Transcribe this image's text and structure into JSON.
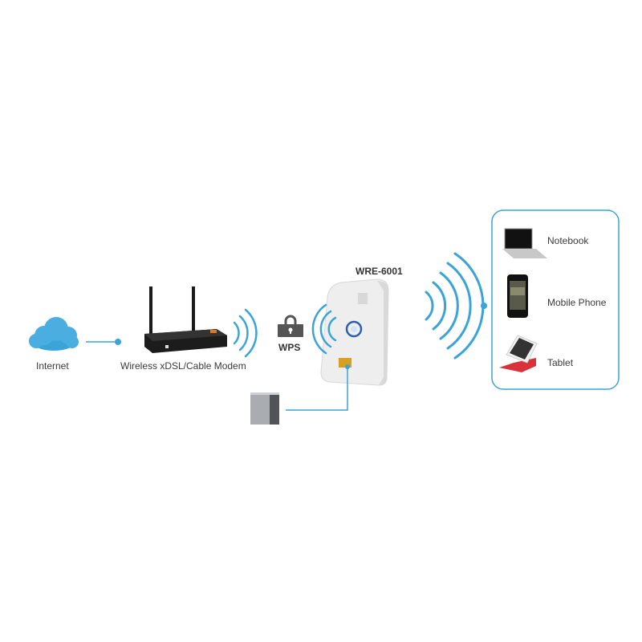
{
  "diagram": {
    "nodes": {
      "internet": {
        "label": "Internet"
      },
      "modem": {
        "label": "Wireless xDSL/Cable Modem"
      },
      "wps": {
        "label": "WPS"
      },
      "extender": {
        "label": "WRE-6001"
      },
      "devices": [
        {
          "label": "Notebook"
        },
        {
          "label": "Mobile Phone"
        },
        {
          "label": "Tablet"
        }
      ]
    },
    "colors": {
      "accent": "#3aa3d8",
      "cloud": "#4aaee0",
      "device_dark": "#222222",
      "extender": "#eeeeee",
      "lock": "#555555"
    }
  }
}
